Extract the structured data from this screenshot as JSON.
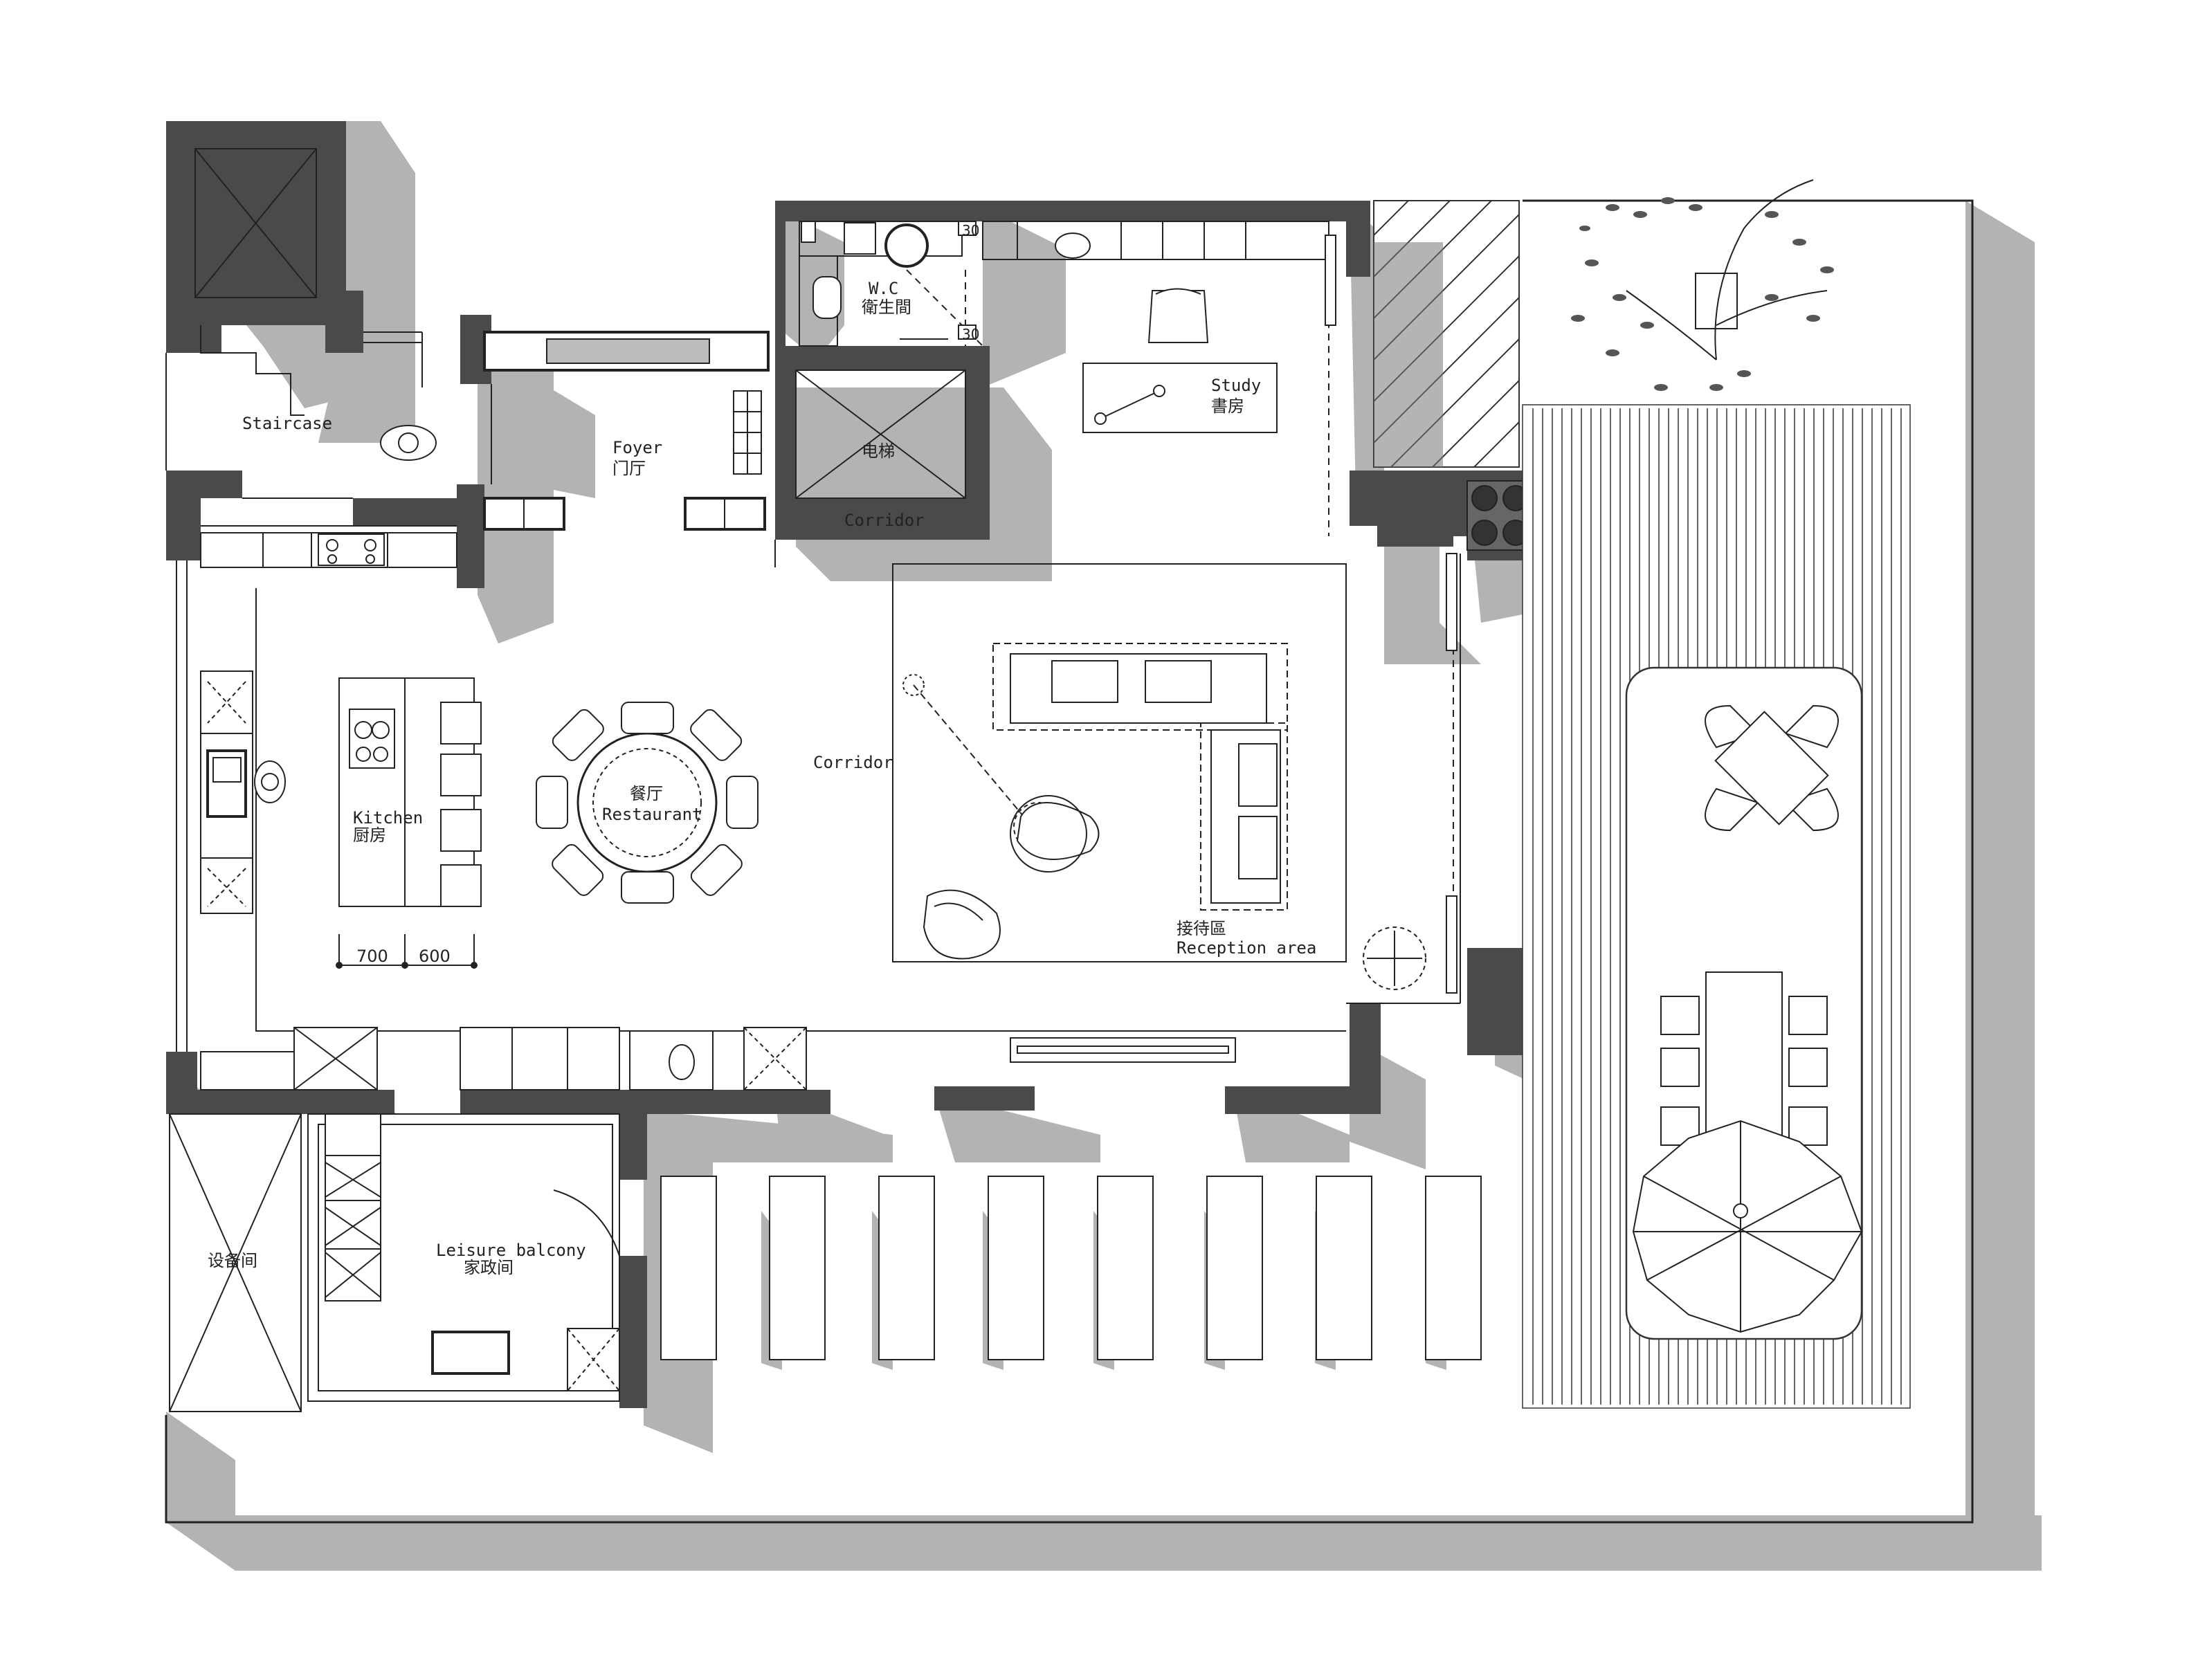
{
  "rooms": {
    "staircase": "Staircase",
    "foyer_en": "Foyer",
    "foyer_cn": "门厅",
    "wc_en": "W.C",
    "wc_cn": "衛生間",
    "elevator": "电梯",
    "corridor_top": "Corridor",
    "study_en": "Study",
    "study_cn": "書房",
    "corridor_mid": "Corridor",
    "restaurant_cn": "餐厅",
    "restaurant_en": "Restaurant",
    "kitchen_en": "Kitchen",
    "kitchen_cn": "厨房",
    "reception_cn": "接待區",
    "reception_en": "Reception area",
    "balcony_en": "Leisure balcony",
    "balcony_cn": "家政间",
    "equipment": "设备间"
  },
  "dimensions": {
    "dim_700": "700",
    "dim_600": "600",
    "dim_30_top": "30",
    "dim_30_bottom": "30"
  },
  "colors": {
    "wall": "#4a4a4a",
    "shadow": "#b4b4b4",
    "line": "#222222",
    "background": "#ffffff"
  }
}
